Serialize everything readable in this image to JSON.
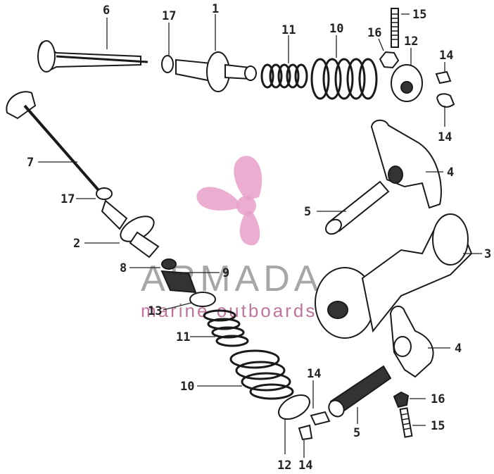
{
  "watermark": {
    "brand": "ARMADA",
    "tagline": "marine outboards",
    "accent_color": "#e8a0c8"
  },
  "callouts": {
    "c1": "1",
    "c2": "2",
    "c3": "3",
    "c4a": "4",
    "c4b": "4",
    "c5a": "5",
    "c5b": "5",
    "c6": "6",
    "c7": "7",
    "c8": "8",
    "c9": "9",
    "c10a": "10",
    "c10b": "10",
    "c11a": "11",
    "c11b": "11",
    "c12a": "12",
    "c12b": "12",
    "c13": "13",
    "c14a": "14",
    "c14b": "14",
    "c14c": "14",
    "c14d": "14",
    "c15a": "15",
    "c15b": "15",
    "c16a": "16",
    "c16b": "16",
    "c17a": "17",
    "c17b": "17"
  }
}
